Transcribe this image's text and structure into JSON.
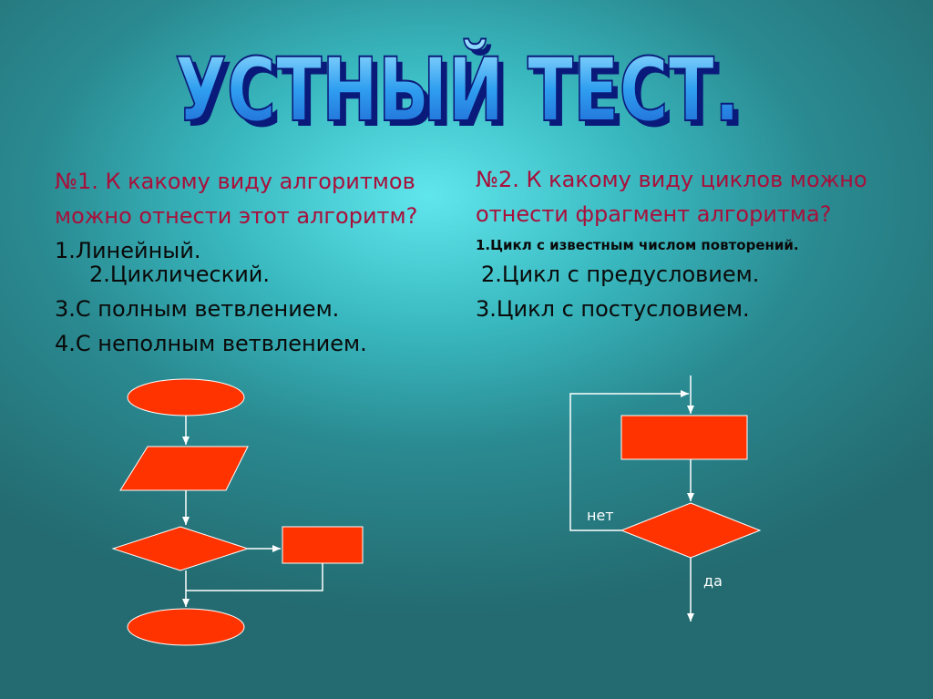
{
  "title": "УСТНЫЙ ТЕСТ.",
  "q1": {
    "question_line1": "№1. К какому виду алгоритмов",
    "question_line2": "можно отнести этот алгоритм?",
    "options": [
      "1.Линейный.",
      "2.Циклический.",
      "3.С полным ветвлением.",
      "4.С неполным ветвлением."
    ]
  },
  "q2": {
    "question_line1": "№2. К какому виду циклов можно",
    "question_line2": "отнести фрагмент алгоритма?",
    "options": [
      "1.Цикл с известным числом повторений.",
      "2.Цикл с предусловием.",
      "3.Цикл с постусловием."
    ]
  },
  "flowchart2": {
    "label_no": "нет",
    "label_yes": "да"
  },
  "colors": {
    "shape_fill": "#ff3300",
    "title_fill": "#2fa8f0",
    "title_edge": "#0a1a7a",
    "question_text": "#a8103b"
  }
}
